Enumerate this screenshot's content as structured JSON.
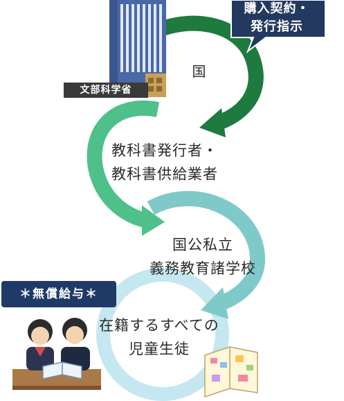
{
  "callout": {
    "line1": "購入契約・",
    "line2": "発行指示"
  },
  "ministry": {
    "label": "文部科学省",
    "name": "国"
  },
  "publisher": {
    "line1": "教科書発行者・",
    "line2": "教科書供給業者"
  },
  "school": {
    "line1": "国公私立",
    "line2": "義務教育諸学校"
  },
  "badge": {
    "text": "＊無償給与＊"
  },
  "students": {
    "line1": "在籍するすべての",
    "line2": "児童生徒"
  },
  "colors": {
    "arrow_dark_green": "#1e7a3e",
    "arrow_mid_green": "#4fc08a",
    "arrow_teal": "#7fcac8",
    "arrow_light_blue": "#c5e7ef",
    "badge_navy": "#1f3a66",
    "callout_navy": "#23395f",
    "building_blue": "#4a68a8"
  }
}
